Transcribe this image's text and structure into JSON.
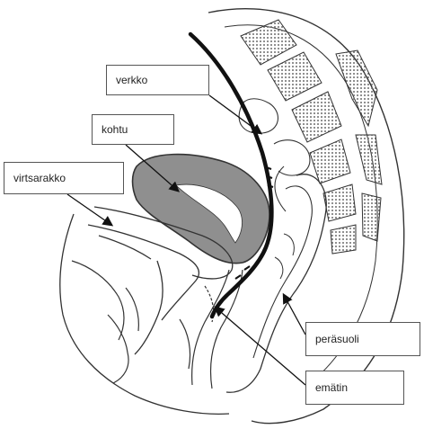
{
  "labels": {
    "verkko": "verkko",
    "kohtu": "kohtu",
    "virtsarakko": "virtsarakko",
    "perasuoli": "peräsuoli",
    "ematin": "emätin"
  },
  "colors": {
    "outline": "#333333",
    "uterus_fill": "#8f8f8f",
    "spine_dots": "#6d6d6d",
    "leader": "#111111"
  }
}
